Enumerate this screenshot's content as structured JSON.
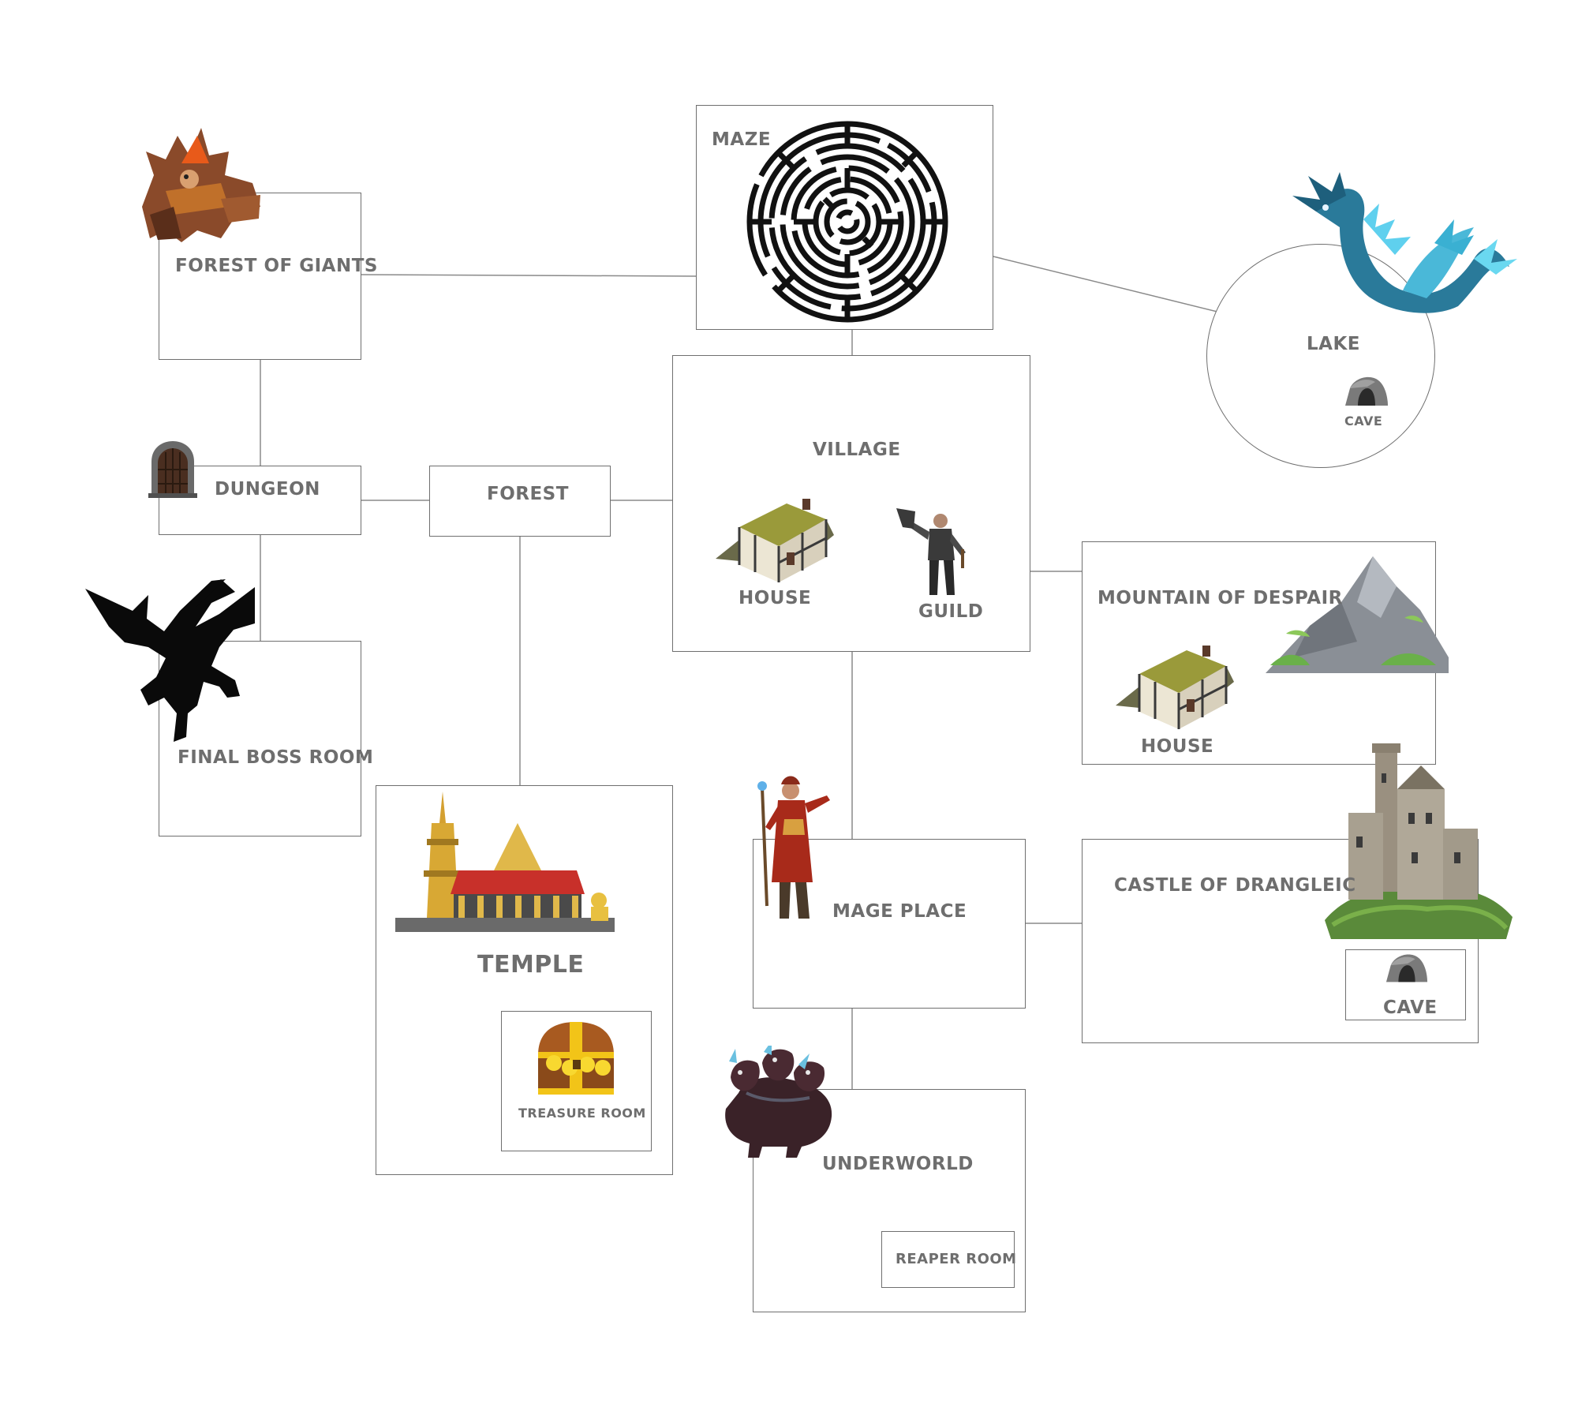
{
  "map": {
    "forest_of_giants": "FOREST OF GIANTS",
    "maze": "MAZE",
    "lake": "LAKE",
    "lake_cave": "CAVE",
    "dungeon": "DUNGEON",
    "forest": "FOREST",
    "village": "VILLAGE",
    "village_house": "HOUSE",
    "guild": "GUILD",
    "final_boss_room": "FINAL BOSS ROOM",
    "mountain_of_despair": "MOUNTAIN OF DESPAIR",
    "mountain_house": "HOUSE",
    "temple": "TEMPLE",
    "treasure_room": "TREASURE ROOM",
    "mage_place": "MAGE PLACE",
    "castle_of_drangleic": "CASTLE OF DRANGLEIC",
    "castle_cave": "CAVE",
    "underworld": "UNDERWORLD",
    "reaper_room": "REAPER ROOM"
  },
  "colors": {
    "box_border": "#6f6f6f",
    "label": "#6e6e6e",
    "link": "#8a8a8a"
  },
  "icons": [
    "giant-icon",
    "maze-icon",
    "sea-dragon-icon",
    "cave-icon",
    "dungeon-door-icon",
    "house-icon",
    "warrior-icon",
    "dragon-silhouette-icon",
    "mountain-icon",
    "temple-icon",
    "treasure-chest-icon",
    "mage-icon",
    "castle-icon",
    "cerberus-icon"
  ]
}
